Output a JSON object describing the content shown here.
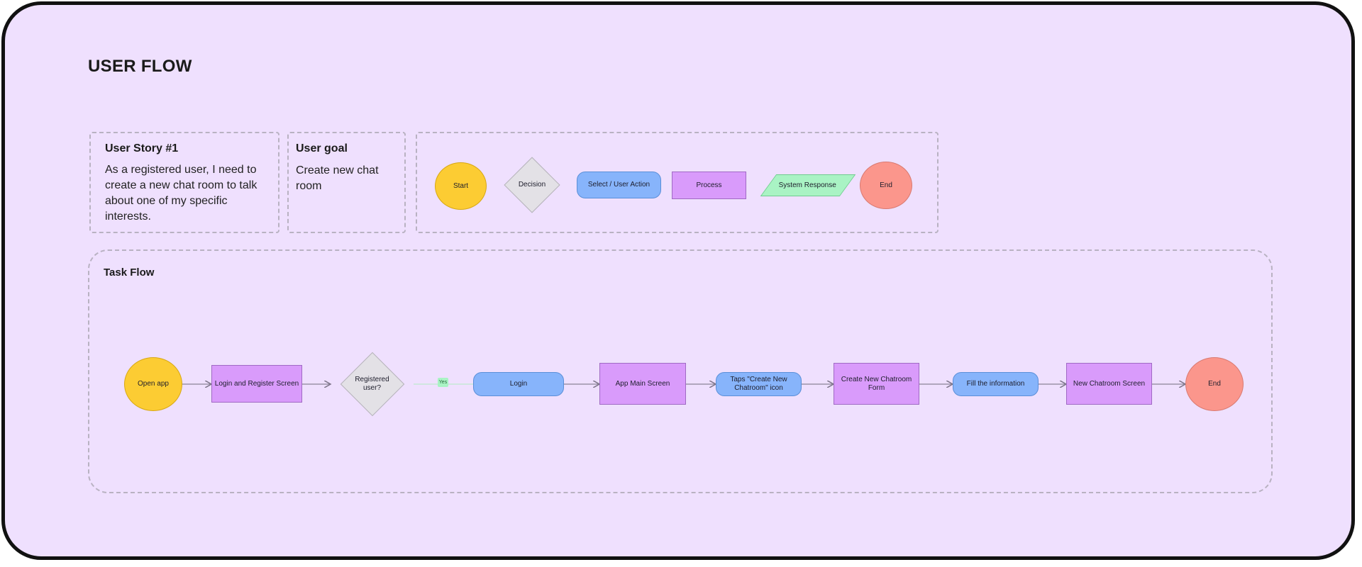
{
  "title": "USER FLOW",
  "user_story": {
    "heading": "User Story #1",
    "text": "As a registered user, I need to create a new chat room to talk about one of my specific interests."
  },
  "user_goal": {
    "heading": "User goal",
    "text": "Create new chat room"
  },
  "legend": {
    "start": "Start",
    "decision": "Decision",
    "action": "Select / User Action",
    "process": "Process",
    "response": "System Response",
    "end": "End"
  },
  "task_flow": {
    "heading": "Task Flow",
    "steps": {
      "open_app": "Open app",
      "login_register": "Login and Register Screen",
      "registered": "Registered user?",
      "yes_label": "Yes",
      "login": "Login",
      "main_screen": "App Main Screen",
      "taps_icon": "Taps \"Create New Chatroom\" icon",
      "create_form": "Create New Chatroom Form",
      "fill_info": "Fill the information",
      "new_screen": "New Chatroom Screen",
      "end": "End"
    }
  },
  "colors": {
    "canvas": "#efe0fe",
    "start_end_yellow": "#fccc33",
    "end_red": "#fb968c",
    "user_action_blue": "#87b4fb",
    "process_purple": "#d99bfb",
    "decision_gray": "#e3e1e6",
    "system_response_green": "#a9f3c4"
  }
}
